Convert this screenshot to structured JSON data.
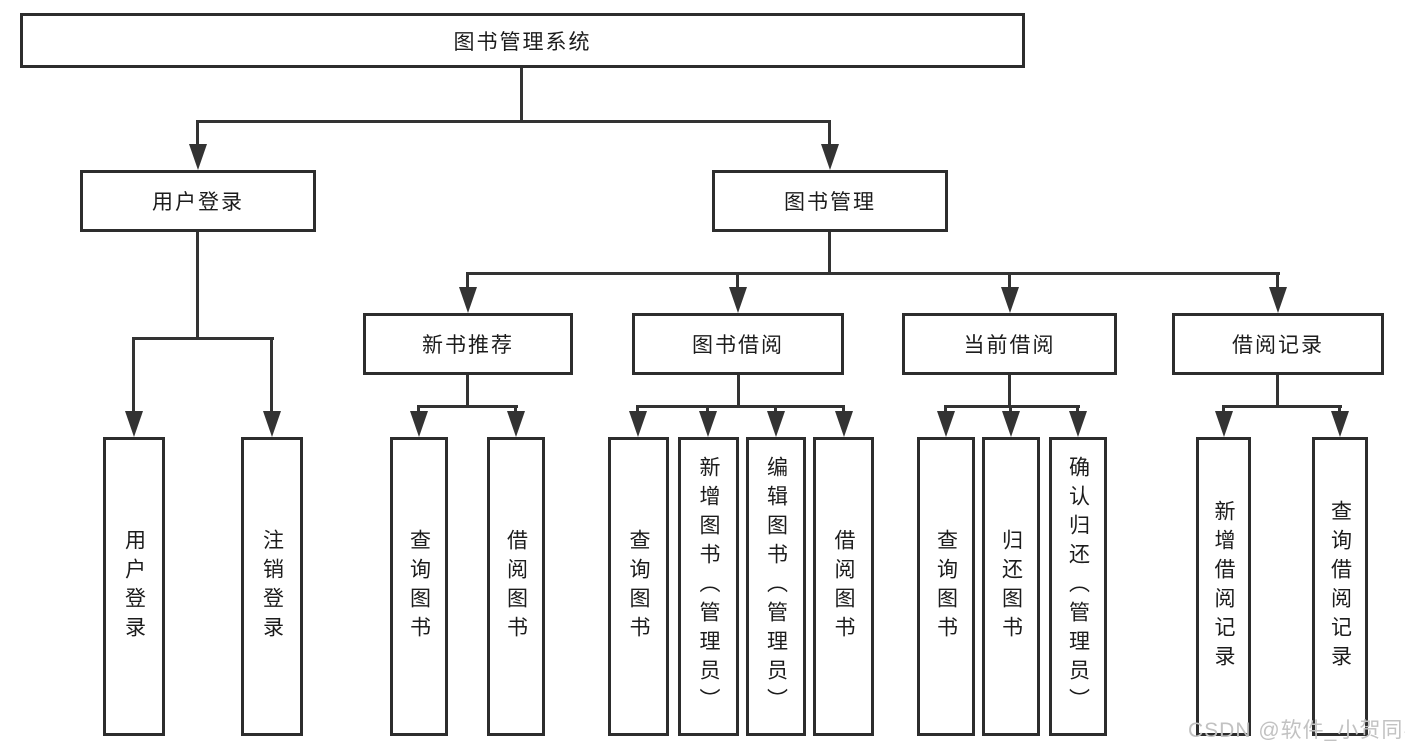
{
  "tree": {
    "label": "图书管理系统",
    "children": [
      {
        "label": "用户登录",
        "children": [
          {
            "label": "用户登录"
          },
          {
            "label": "注销登录"
          }
        ]
      },
      {
        "label": "图书管理",
        "children": [
          {
            "label": "新书推荐",
            "children": [
              {
                "label": "查询图书"
              },
              {
                "label": "借阅图书"
              }
            ]
          },
          {
            "label": "图书借阅",
            "children": [
              {
                "label": "查询图书"
              },
              {
                "label": "新增图书（管理员）"
              },
              {
                "label": "编辑图书（管理员）"
              },
              {
                "label": "借阅图书"
              }
            ]
          },
          {
            "label": "当前借阅",
            "children": [
              {
                "label": "查询图书"
              },
              {
                "label": "归还图书"
              },
              {
                "label": "确认归还（管理员）"
              }
            ]
          },
          {
            "label": "借阅记录",
            "children": [
              {
                "label": "新增借阅记录"
              },
              {
                "label": "查询借阅记录"
              }
            ]
          }
        ]
      }
    ]
  },
  "watermark": {
    "text": "CSDN @软件_小贺同学"
  },
  "colors": {
    "line": "#333333",
    "box_border": "#2d2d2d",
    "text": "#1c1c1c",
    "watermark": "#c2c2c2",
    "background": "#ffffff"
  }
}
